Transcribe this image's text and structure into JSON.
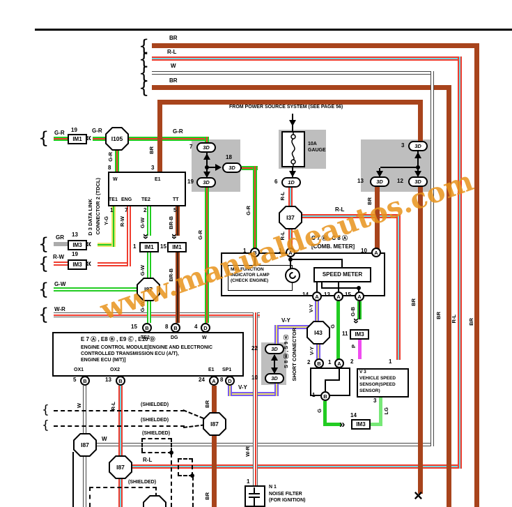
{
  "diagram": {
    "note_top": "FROM POWER SOURCE SYSTEM (SEE PAGE 56)",
    "watermark": "www.manualdeautos.com",
    "shielded": "(SHIELDED)"
  },
  "glyphs": {
    "brace": "{",
    "chev_left": "«",
    "chev_right": "»",
    "x_mark": "×"
  },
  "wire_labels": {
    "br": "BR",
    "rl": "R-L",
    "w": "W",
    "grd": "G-R",
    "gr": "GR",
    "rw": "R-W",
    "gw": "G-W",
    "wr": "W-R",
    "yg": "Y-G",
    "brb": "BR-B",
    "vy": "V-Y",
    "g": "G",
    "gb": "G-B",
    "p": "P",
    "lg": "LG"
  },
  "connector_labels": {
    "im1": "IM1",
    "im3": "IM3",
    "c3d": "3D",
    "c1d": "1D"
  },
  "junction_labels": {
    "i105": "I105",
    "i37": "I37",
    "i43": "I43",
    "i87": "I87"
  },
  "pin_letters": {
    "a": "A",
    "b": "B",
    "d": "D"
  },
  "nums": {
    "1": "1",
    "2": "2",
    "3": "3",
    "4": "4",
    "5": "5",
    "6": "6",
    "7": "7",
    "8": "8",
    "10": "10",
    "11": "11",
    "12": "12",
    "13": "13",
    "14": "14",
    "15": "15",
    "18": "18",
    "19": "19",
    "22": "22",
    "24": "24"
  },
  "fuse": {
    "rating": "10A",
    "name": "GAUGE"
  },
  "d3": {
    "title1": "D 3  DATA LINK",
    "title2": "CONNECTOR 2 (TDCL)",
    "t_w": "W",
    "t_e1": "E1",
    "t_te1": "TE1",
    "t_eng": "ENG",
    "t_te2": "TE2",
    "t_tt": "TT"
  },
  "ecu": {
    "refs": "E 7 Ⓐ , E8 Ⓑ , E9 Ⓒ , E10 Ⓓ",
    "name1": "ENGINE CONTROL MODULE[ENGINE AND ELECTRONIC",
    "name2": "CONTROLLED TRANSMISSION ECU (A/T),",
    "name3": "ENGINE ECU (M/T)]",
    "t_te2": "TE2",
    "t_dg": "DG",
    "t_w": "W",
    "t_ox1": "OX1",
    "t_ox2": "OX2",
    "t_e1": "E1",
    "t_sp1": "SP1"
  },
  "comb_meter": {
    "refs": "C 7 Ⓑ , C 8 Ⓐ",
    "name": "[COMB.  METER]",
    "mil1": "MALFUNCTION",
    "mil2": "INDICATOR LAMP",
    "mil3": "(CHECK ENGINE)",
    "speed": "SPEED METER"
  },
  "short_connector": {
    "title1": "S 8 Ⓑ , S 9 Ⓐ",
    "title2": "SHORT CONNECTOR"
  },
  "speed_sensor": {
    "ref": "V 3",
    "name1": "VEHICLE SPEED",
    "name2": "SENSOR(SPEED",
    "name3": "SENSOR)"
  },
  "noise_filter": {
    "ref": "N 1",
    "name1": "NOISE FILTER",
    "name2": "(FOR IGNITION)"
  },
  "colors": {
    "brown": "#A8441C",
    "red": "#EF3B2D",
    "cyan": "#72D9E2",
    "green": "#22CC22",
    "light_green": "#77E877",
    "yellow": "#EDE26A",
    "magenta": "#F04CF0",
    "violet": "#7A5BF0",
    "gray_wire": "#ABABAB",
    "connector_gray": "#BEBEBE",
    "watermark": "#E8931C"
  }
}
